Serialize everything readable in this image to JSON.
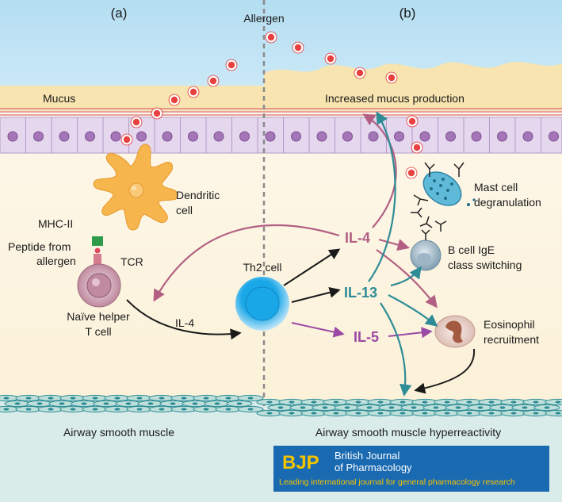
{
  "panels": {
    "a": "(a)",
    "b": "(b)"
  },
  "labels": {
    "allergen": "Allergen",
    "mucus": "Mucus",
    "increased_mucus": "Increased mucus production",
    "dendritic_1": "Dendritic",
    "dendritic_2": "cell",
    "mhc": "MHC-II",
    "peptide_1": "Peptide from",
    "peptide_2": "allergen",
    "tcr": "TCR",
    "naive_1": "Naïve helper",
    "naive_2": "T cell",
    "il4_small": "IL-4",
    "th2": "Th2 cell",
    "il4": "IL-4",
    "il13": "IL-13",
    "il5": "IL-5",
    "mast_1": "Mast cell",
    "mast_2": "degranulation",
    "bcell_1": "B cell IgE",
    "bcell_2": "class switching",
    "eos_1": "Eosinophil",
    "eos_2": "recruitment",
    "airway_left": "Airway smooth muscle",
    "airway_right": "Airway smooth muscle hyperreactivity"
  },
  "journal": {
    "abbrev": "BJP",
    "name_line1": "British Journal",
    "name_line2": "of Pharmacology",
    "tagline": "Leading international journal for general pharmacology research"
  },
  "colors": {
    "sky": "#b9e1f3",
    "mucus": "#f8e4b0",
    "tissue": "#fdf3dd",
    "epithelium": "#e4d7ee",
    "nucleus": "#a576b7",
    "il4": "#b25f83",
    "il13": "#2e8c96",
    "il5": "#9b4aa5",
    "arrow_black": "#1a1a1a",
    "journal_bg": "#1a6ab2",
    "journal_accent": "#f4c300"
  }
}
